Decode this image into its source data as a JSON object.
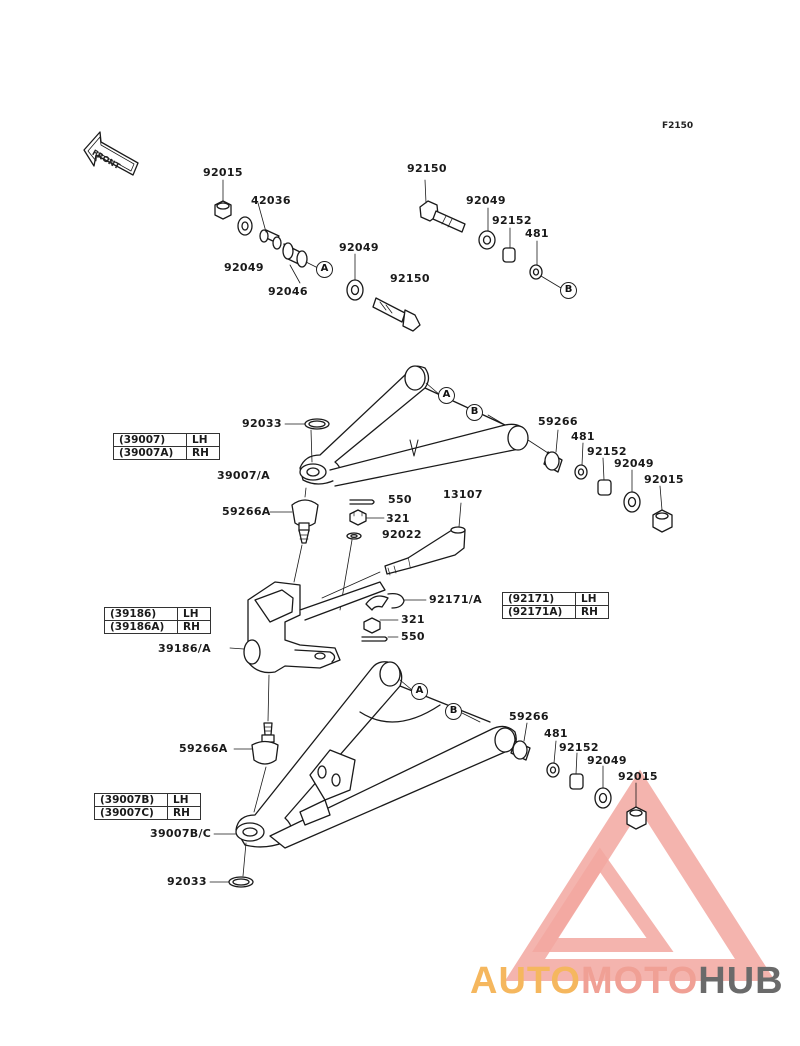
{
  "figure_code": "F2150",
  "front_label": "FRONT",
  "callouts": [
    "A",
    "B"
  ],
  "labels": {
    "p92015_top": "92015",
    "p42036": "42036",
    "p92049_top_left": "92049",
    "p92046": "92046",
    "p92049_top_mid": "92049",
    "p92150_top_mid": "92150",
    "p92150_top_right": "92150",
    "p92049_top_right": "92049",
    "p92152_top": "92152",
    "p481_top": "481",
    "p92033_upper": "92033",
    "p59266_upper": "59266",
    "p481_upper": "481",
    "p92152_upper": "92152",
    "p92049_upper": "92049",
    "p92015_upper": "92015",
    "p39007A": "39007/A",
    "p59266A_upper": "59266A",
    "p550_upper": "550",
    "p13107": "13107",
    "p321_upper": "321",
    "p92022": "92022",
    "p92171A": "92171/A",
    "p321_lower": "321",
    "p550_lower": "550",
    "p39186A": "39186/A",
    "p59266_lower": "59266",
    "p481_lower": "481",
    "p92152_lower": "92152",
    "p92049_lower": "92049",
    "p92015_lower": "92015",
    "p59266A_lower": "59266A",
    "p39007BC": "39007B/C",
    "p92033_lower": "92033"
  },
  "tables": {
    "t39007": [
      [
        "(39007)",
        "LH"
      ],
      [
        "(39007A)",
        "RH"
      ]
    ],
    "t39186": [
      [
        "(39186)",
        "LH"
      ],
      [
        "(39186A)",
        "RH"
      ]
    ],
    "t92171": [
      [
        "(92171)",
        "LH"
      ],
      [
        "(92171A)",
        "RH"
      ]
    ],
    "t39007B": [
      [
        "(39007B)",
        "LH"
      ],
      [
        "(39007C)",
        "RH"
      ]
    ]
  },
  "watermark": {
    "part1": "AUTO",
    "part2": "MOTO",
    "part3": "HUB"
  },
  "colors": {
    "watermark_light": "#f5b75e",
    "watermark_red": "#e8453c",
    "watermark_dark": "#6a6a6a",
    "ink": "#1a1a1a"
  }
}
